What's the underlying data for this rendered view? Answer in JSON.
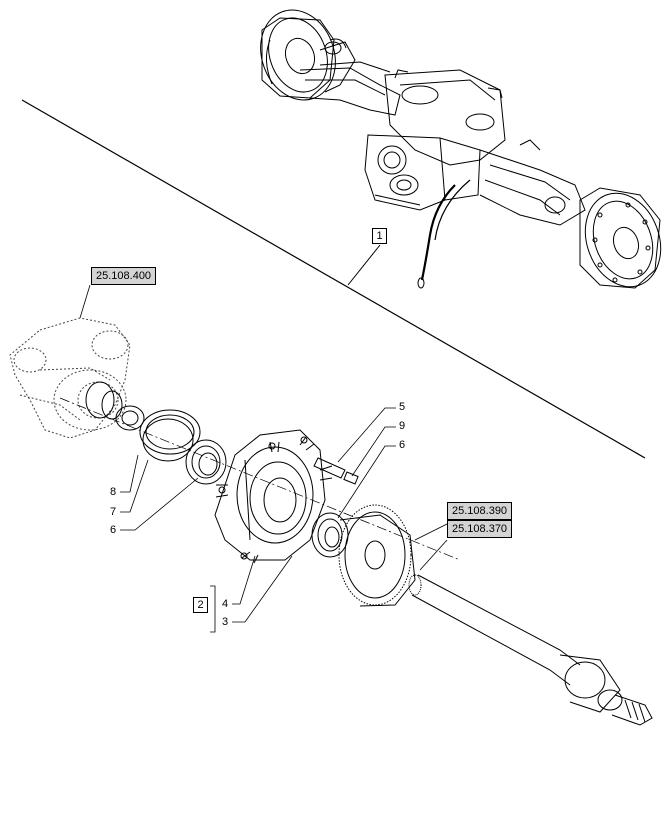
{
  "group_labels": {
    "assembly": "1",
    "final_drive": "2"
  },
  "references": [
    "25.108.400",
    "25.108.390",
    "25.108.370"
  ],
  "callouts": {
    "c8": "8",
    "c7": "7",
    "c6_left": "6",
    "c5": "5",
    "c9": "9",
    "c6_right": "6",
    "c4": "4",
    "c3": "3"
  },
  "colors": {
    "line": "#000000",
    "reference_fill": "#d4d4d4",
    "background": "#ffffff"
  }
}
